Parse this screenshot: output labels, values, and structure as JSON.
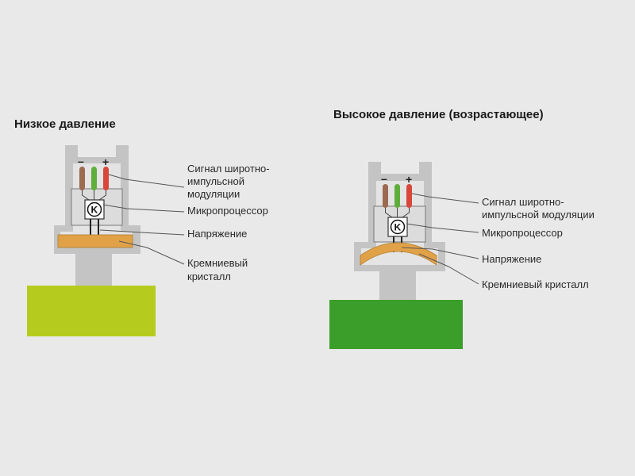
{
  "left": {
    "title": "Низкое давление",
    "labels": {
      "signal_line1": "Сигнал широтно-",
      "signal_line2": "импульсной",
      "signal_line3": "модуляции",
      "microprocessor": "Микропроцессор",
      "voltage": "Напряжение",
      "crystal_line1": "Кремниевый",
      "crystal_line2": "кристалл"
    },
    "wire_minus": "–",
    "wire_plus": "+",
    "chip_symbol": "K"
  },
  "right": {
    "title": "Высокое давление (возрастающее)",
    "labels": {
      "signal_line1": "Сигнал широтно-",
      "signal_line2": "импульсной модуляции",
      "microprocessor": "Микропроцессор",
      "voltage": "Напряжение",
      "crystal": "Кремниевый кристалл"
    },
    "wire_minus": "–",
    "wire_plus": "+",
    "chip_symbol": "K"
  },
  "colors": {
    "background": "#e9e9e9",
    "housing_outline": "#c4c4c4",
    "housing_inner": "#e4e4e4",
    "fluid_low": "#b5cc1e",
    "fluid_high": "#3c9e2a",
    "crystal": "#e1a247",
    "wire_brown": "#9c6a4f",
    "wire_green": "#5fae3a",
    "wire_red": "#d8473a",
    "leader_line": "#555555"
  }
}
